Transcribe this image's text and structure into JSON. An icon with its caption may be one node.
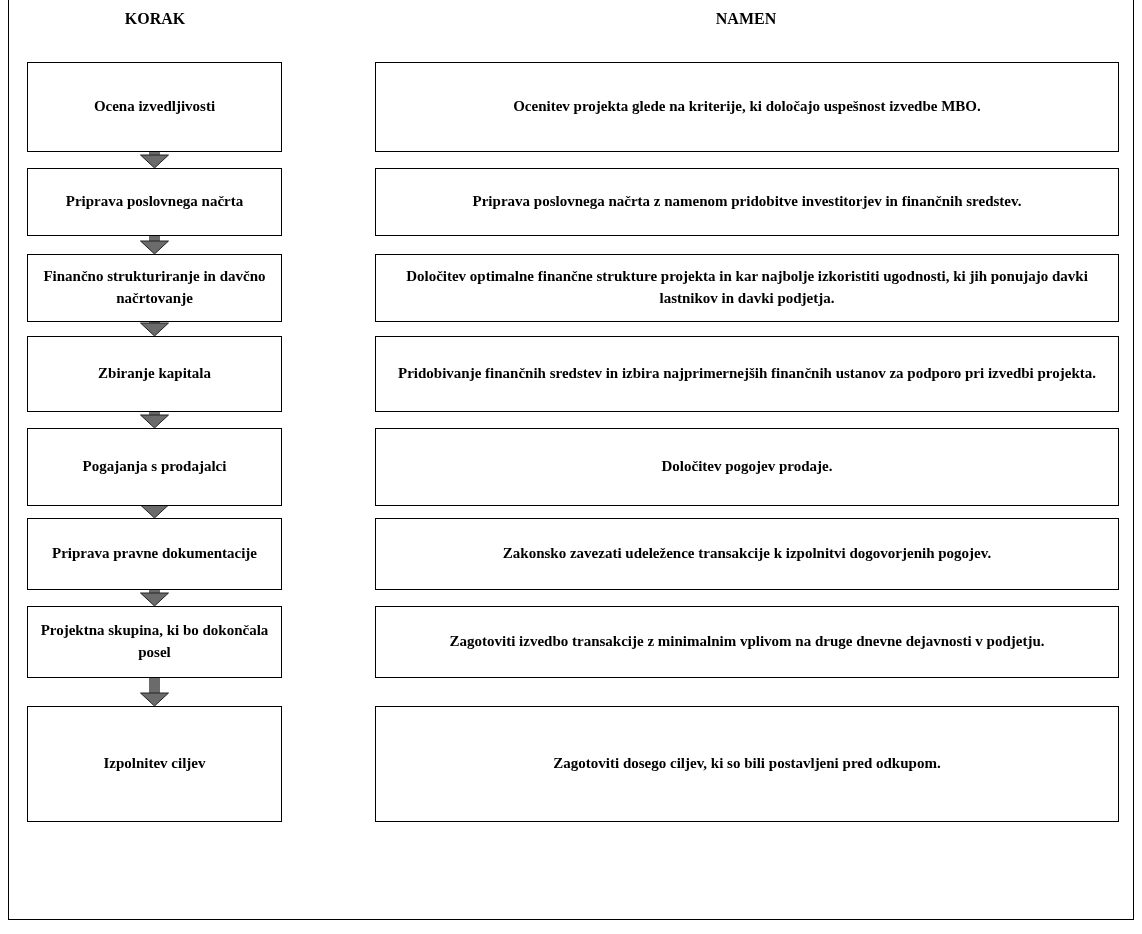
{
  "diagram": {
    "nodes": [
      {
        "text": [
          "Ocena izvedljivosti"
        ]
      },
      {
        "text": [
          "Ocenitev projekta glede na kriterije, ki določajo uspešnost izvedbe MBO."
        ]
      },
      {
        "text": [
          "Priprava poslovnega načrta"
        ]
      },
      {
        "text": [
          "Priprava poslovnega načrta z namenom pridobitve investitorjev in finančnih sredstev."
        ]
      },
      {
        "text": [
          "Finančno strukturiranje in davčno načrtovanje"
        ]
      },
      {
        "text": [
          "Določitev optimalne finančne strukture projekta in kar najbolje izkoristiti ugodnosti, ki jih ponujajo davki lastnikov in davki podjetja."
        ]
      },
      {
        "text": [
          "Zbiranje kapitala"
        ]
      },
      {
        "text": [
          "Pridobivanje finančnih sredstev in izbira najprimernejših finančnih ustanov za podporo pri izvedbi projekta."
        ]
      },
      {
        "text": [
          "Pogajanja s prodajalci"
        ]
      },
      {
        "text": [
          "Določitev pogojev prodaje."
        ]
      },
      {
        "text": [
          "Priprava pravne dokumentacije"
        ]
      },
      {
        "text": [
          "Zakonsko zavezati udeležence transakcije k izpolnitvi dogovorjenih pogojev."
        ]
      },
      {
        "text": [
          "Projektna skupina, ki bo dokončala posel"
        ]
      },
      {
        "text": [
          "Zagotoviti izvedbo transakcije z minimalnim vplivom na druge dnevne dejavnosti v podjetju."
        ]
      },
      {
        "text": [
          "Izpolnitev ciljev"
        ]
      },
      {
        "text": [
          "Zagotoviti dosego ciljev, ki so bili postavljeni pred odkupom."
        ]
      }
    ],
    "edges": [
      {
        "from": 0,
        "to": 2,
        "arrow": "to"
      },
      {
        "from": 2,
        "to": 4,
        "arrow": "to"
      },
      {
        "from": 4,
        "to": 6,
        "arrow": "to"
      },
      {
        "from": 6,
        "to": 8,
        "arrow": "to"
      },
      {
        "from": 8,
        "to": 10,
        "arrow": "to"
      },
      {
        "from": 10,
        "to": 12,
        "arrow": "to"
      },
      {
        "from": 12,
        "to": 14,
        "arrow": "to"
      }
    ],
    "labels": [
      "KORAK",
      "NAMEN"
    ]
  }
}
